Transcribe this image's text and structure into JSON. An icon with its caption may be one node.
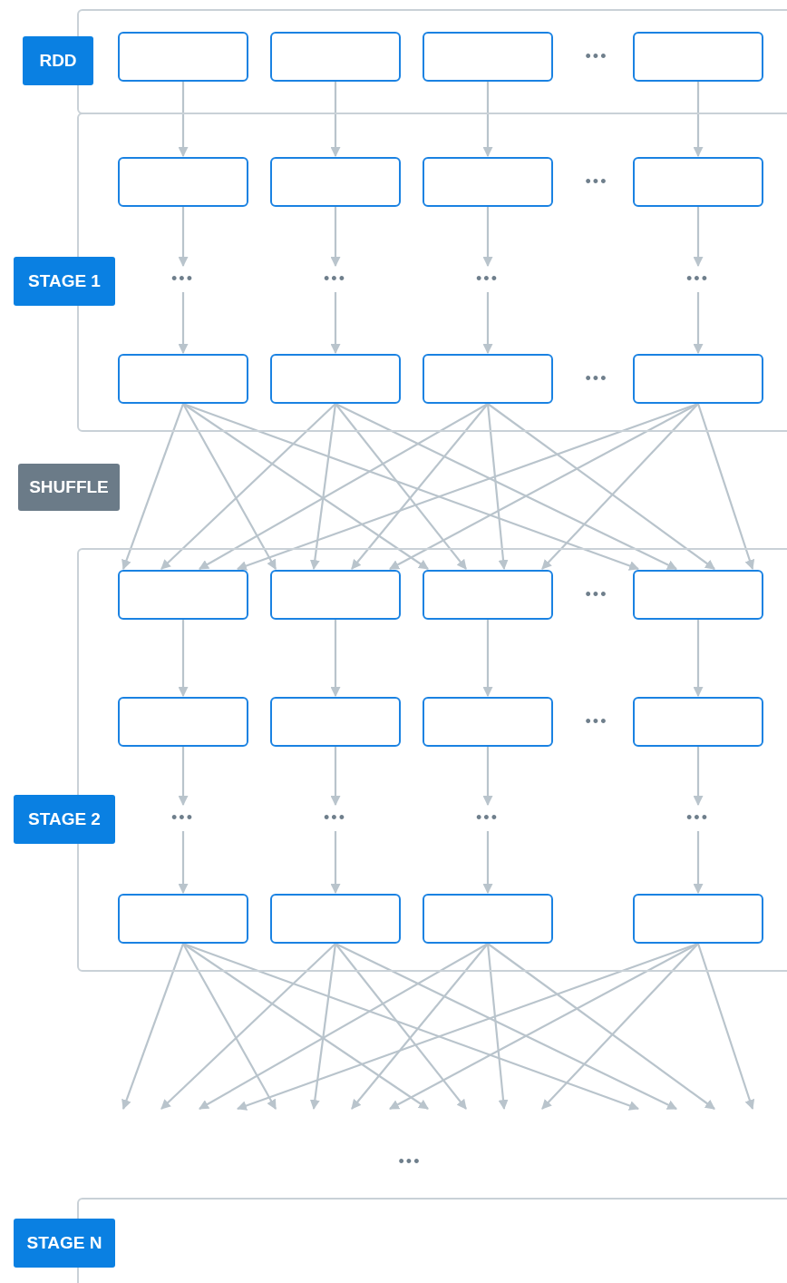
{
  "diagram": {
    "nodes": [
      {
        "text": [
          "RDD"
        ]
      },
      {
        "text": [],
        "shape": "box"
      },
      {
        "text": [],
        "shape": "box",
        "in": 1
      },
      {
        "text": [],
        "shape": "box",
        "in": 1
      },
      {
        "text": [],
        "shape": "box",
        "in": 1
      },
      {
        "text": [],
        "shape": "box",
        "in": 1
      },
      {
        "text": [
          "STAGE 1"
        ]
      },
      {
        "text": [],
        "shape": "box"
      },
      {
        "text": [],
        "shape": "box",
        "in": 7
      },
      {
        "text": [],
        "shape": "box",
        "in": 7
      },
      {
        "text": [],
        "shape": "box",
        "in": 7
      },
      {
        "text": [],
        "shape": "box",
        "in": 7
      },
      {
        "text": [
          "•••"
        ],
        "in": 7
      },
      {
        "text": [
          "•••"
        ],
        "in": 7
      },
      {
        "text": [
          "•••"
        ],
        "in": 7
      },
      {
        "text": [
          "•••"
        ],
        "in": 7
      },
      {
        "text": [],
        "shape": "box",
        "in": 7
      },
      {
        "text": [],
        "shape": "box",
        "in": 7
      },
      {
        "text": [],
        "shape": "box",
        "in": 7
      },
      {
        "text": [],
        "shape": "box",
        "in": 7
      },
      {
        "text": [
          "SHUFFLE"
        ]
      },
      {
        "text": [
          "STAGE 2"
        ]
      },
      {
        "text": [],
        "shape": "box"
      },
      {
        "text": [],
        "shape": "box",
        "in": 22
      },
      {
        "text": [],
        "shape": "box",
        "in": 22
      },
      {
        "text": [],
        "shape": "box",
        "in": 22
      },
      {
        "text": [],
        "shape": "box",
        "in": 22
      },
      {
        "text": [],
        "shape": "box",
        "in": 22
      },
      {
        "text": [],
        "shape": "box",
        "in": 22
      },
      {
        "text": [],
        "shape": "box",
        "in": 22
      },
      {
        "text": [],
        "shape": "box",
        "in": 22
      },
      {
        "text": [
          "•••"
        ],
        "in": 22
      },
      {
        "text": [
          "•••"
        ],
        "in": 22
      },
      {
        "text": [
          "•••"
        ],
        "in": 22
      },
      {
        "text": [
          "•••"
        ],
        "in": 22
      },
      {
        "text": [],
        "shape": "box",
        "in": 22
      },
      {
        "text": [],
        "shape": "box",
        "in": 22
      },
      {
        "text": [],
        "shape": "box",
        "in": 22
      },
      {
        "text": [],
        "shape": "box",
        "in": 22
      },
      {
        "text": [
          "STAGE N"
        ]
      },
      {
        "text": [],
        "shape": "box"
      }
    ],
    "edges": [
      {
        "from": 2,
        "to": 8,
        "arrow": "to"
      },
      {
        "from": 3,
        "to": 9,
        "arrow": "to"
      },
      {
        "from": 4,
        "to": 10,
        "arrow": "to"
      },
      {
        "from": 5,
        "to": 11,
        "arrow": "to"
      },
      {
        "from": 8,
        "to": 12,
        "arrow": "to"
      },
      {
        "from": 9,
        "to": 13,
        "arrow": "to"
      },
      {
        "from": 10,
        "to": 14,
        "arrow": "to"
      },
      {
        "from": 11,
        "to": 15,
        "arrow": "to"
      },
      {
        "from": 12,
        "to": 16,
        "arrow": "to"
      },
      {
        "from": 13,
        "to": 17,
        "arrow": "to"
      },
      {
        "from": 14,
        "to": 18,
        "arrow": "to"
      },
      {
        "from": 15,
        "to": 19,
        "arrow": "to"
      },
      {
        "from": 16,
        "to": 23,
        "arrow": "to"
      },
      {
        "from": 16,
        "to": 24,
        "arrow": "to"
      },
      {
        "from": 16,
        "to": 25,
        "arrow": "to"
      },
      {
        "from": 16,
        "to": 26,
        "arrow": "to"
      },
      {
        "from": 17,
        "to": 23,
        "arrow": "to"
      },
      {
        "from": 17,
        "to": 24,
        "arrow": "to"
      },
      {
        "from": 17,
        "to": 25,
        "arrow": "to"
      },
      {
        "from": 17,
        "to": 26,
        "arrow": "to"
      },
      {
        "from": 18,
        "to": 23,
        "arrow": "to"
      },
      {
        "from": 18,
        "to": 24,
        "arrow": "to"
      },
      {
        "from": 18,
        "to": 25,
        "arrow": "to"
      },
      {
        "from": 18,
        "to": 26,
        "arrow": "to"
      },
      {
        "from": 19,
        "to": 23,
        "arrow": "to"
      },
      {
        "from": 19,
        "to": 24,
        "arrow": "to"
      },
      {
        "from": 19,
        "to": 25,
        "arrow": "to"
      },
      {
        "from": 19,
        "to": 26,
        "arrow": "to"
      },
      {
        "from": 23,
        "to": 27,
        "arrow": "to"
      },
      {
        "from": 24,
        "to": 28,
        "arrow": "to"
      },
      {
        "from": 25,
        "to": 29,
        "arrow": "to"
      },
      {
        "from": 26,
        "to": 30,
        "arrow": "to"
      },
      {
        "from": 27,
        "to": 31,
        "arrow": "to"
      },
      {
        "from": 28,
        "to": 32,
        "arrow": "to"
      },
      {
        "from": 29,
        "to": 33,
        "arrow": "to"
      },
      {
        "from": 30,
        "to": 34,
        "arrow": "to"
      },
      {
        "from": 31,
        "to": 35,
        "arrow": "to"
      },
      {
        "from": 32,
        "to": 36,
        "arrow": "to"
      },
      {
        "from": 33,
        "to": 37,
        "arrow": "to"
      },
      {
        "from": 34,
        "to": 38,
        "arrow": "to"
      },
      {
        "from": 35,
        "to": null,
        "arrow": "to"
      },
      {
        "from": 35,
        "to": null,
        "arrow": "to"
      },
      {
        "from": 35,
        "to": null,
        "arrow": "to"
      },
      {
        "from": 35,
        "to": null,
        "arrow": "to"
      },
      {
        "from": 36,
        "to": null,
        "arrow": "to"
      },
      {
        "from": 36,
        "to": null,
        "arrow": "to"
      },
      {
        "from": 36,
        "to": null,
        "arrow": "to"
      },
      {
        "from": 36,
        "to": null,
        "arrow": "to"
      },
      {
        "from": 37,
        "to": null,
        "arrow": "to"
      },
      {
        "from": 37,
        "to": null,
        "arrow": "to"
      },
      {
        "from": 37,
        "to": null,
        "arrow": "to"
      },
      {
        "from": 37,
        "to": null,
        "arrow": "to"
      },
      {
        "from": 38,
        "to": null,
        "arrow": "to"
      },
      {
        "from": 38,
        "to": null,
        "arrow": "to"
      },
      {
        "from": 38,
        "to": null,
        "arrow": "to"
      },
      {
        "from": 38,
        "to": null,
        "arrow": "to"
      }
    ],
    "labels": [
      "•••",
      "•••",
      "•••",
      "•••",
      "•••",
      "•••"
    ]
  }
}
